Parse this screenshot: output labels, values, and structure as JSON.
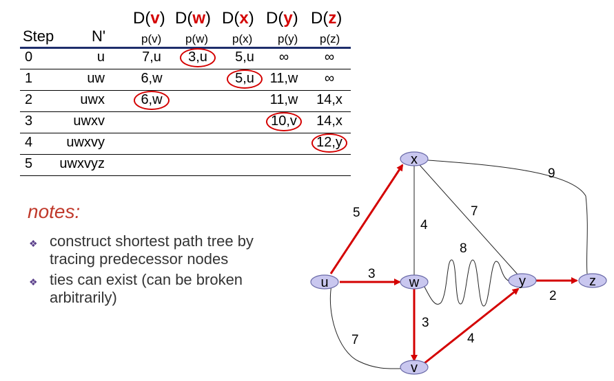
{
  "table": {
    "dist_headers": [
      {
        "prefix": "D(",
        "node": "v",
        "suffix": ")"
      },
      {
        "prefix": "D(",
        "node": "w",
        "suffix": ")"
      },
      {
        "prefix": "D(",
        "node": "x",
        "suffix": ")"
      },
      {
        "prefix": "D(",
        "node": "y",
        "suffix": ")"
      },
      {
        "prefix": "D(",
        "node": "z",
        "suffix": ")"
      }
    ],
    "pred_headers": [
      "p(v)",
      "p(w)",
      "p(x)",
      "p(y)",
      "p(z)"
    ],
    "step_header": "Step",
    "nprime_header": "N'",
    "rows": [
      {
        "step": "0",
        "nprime": "u",
        "cells": [
          "7,u",
          "3,u",
          "5,u",
          "∞",
          "∞"
        ]
      },
      {
        "step": "1",
        "nprime": "uw",
        "cells": [
          "6,w",
          "",
          "5,u",
          "11,w",
          "∞"
        ]
      },
      {
        "step": "2",
        "nprime": "uwx",
        "cells": [
          "6,w",
          "",
          "",
          "11,w",
          "14,x"
        ]
      },
      {
        "step": "3",
        "nprime": "uwxv",
        "cells": [
          "",
          "",
          "",
          "10,v",
          "14,x"
        ]
      },
      {
        "step": "4",
        "nprime": "uwxvy",
        "cells": [
          "",
          "",
          "",
          "",
          "12,y"
        ]
      },
      {
        "step": "5",
        "nprime": "uwxvyz",
        "cells": [
          "",
          "",
          "",
          "",
          ""
        ]
      }
    ],
    "circled": [
      [
        0,
        1
      ],
      [
        1,
        2
      ],
      [
        2,
        0
      ],
      [
        3,
        3
      ],
      [
        4,
        4
      ]
    ]
  },
  "notes": {
    "title": "notes:",
    "bullets": [
      "construct shortest path tree by tracing predecessor nodes",
      "ties can exist (can be broken arbitrarily)"
    ]
  },
  "graph": {
    "nodes": [
      "u",
      "v",
      "w",
      "x",
      "y",
      "z"
    ],
    "edges": [
      {
        "from": "u",
        "to": "x",
        "weight": "5",
        "tree": true
      },
      {
        "from": "u",
        "to": "w",
        "weight": "3",
        "tree": true
      },
      {
        "from": "u",
        "to": "v",
        "weight": "7",
        "tree": false
      },
      {
        "from": "x",
        "to": "w",
        "weight": "4",
        "tree": false
      },
      {
        "from": "x",
        "to": "y",
        "weight": "7",
        "tree": false
      },
      {
        "from": "x",
        "to": "z",
        "weight": "9",
        "tree": false
      },
      {
        "from": "w",
        "to": "y",
        "weight": "8",
        "tree": false
      },
      {
        "from": "w",
        "to": "v",
        "weight": "3",
        "tree": true
      },
      {
        "from": "v",
        "to": "y",
        "weight": "4",
        "tree": true
      },
      {
        "from": "y",
        "to": "z",
        "weight": "2",
        "tree": true
      }
    ]
  },
  "colors": {
    "highlight": "#d40000",
    "node_fill": "#c9c7ef",
    "node_stroke": "#6a6aa8",
    "rule": "#1d2d6b"
  }
}
